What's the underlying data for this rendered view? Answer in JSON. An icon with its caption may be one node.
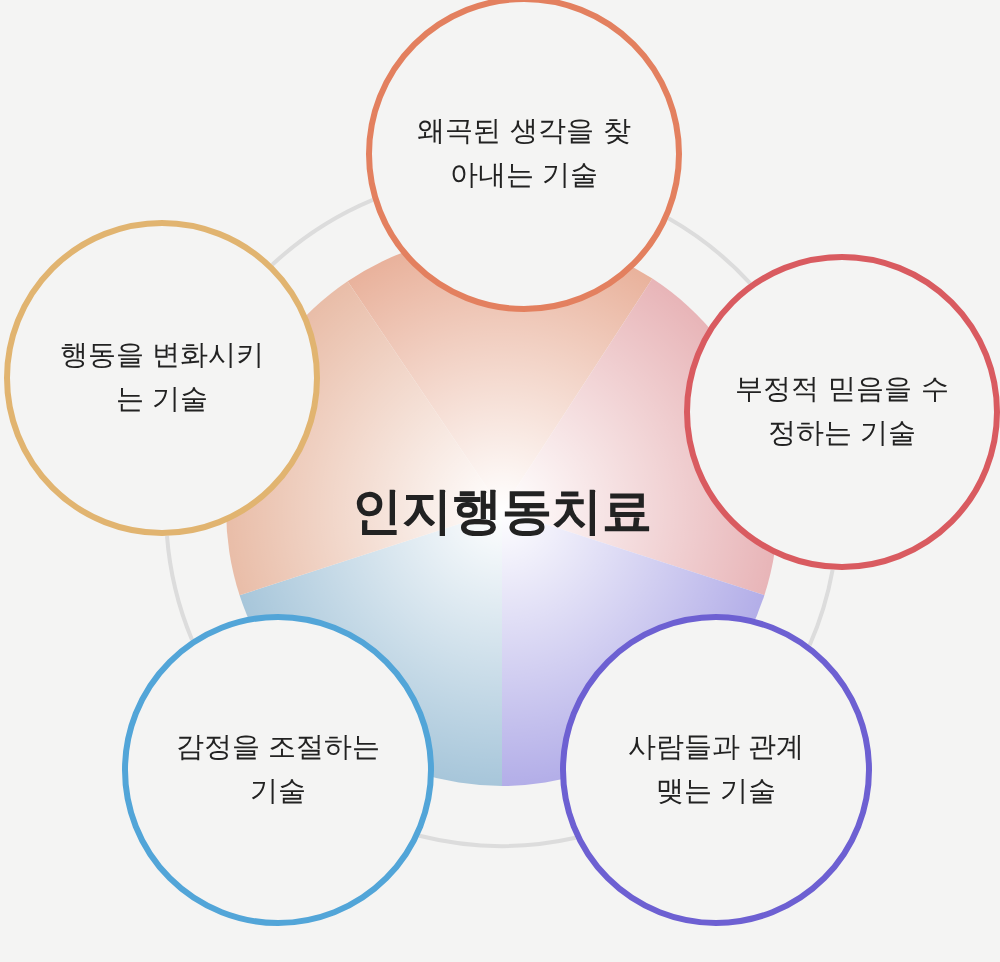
{
  "diagram": {
    "nodes": [
      {
        "text": [
          "인지행동치료"
        ]
      },
      {
        "text": [
          "왜곡된 생각을 찾아내는 기술"
        ]
      },
      {
        "text": [
          "부정적 믿음을 수정하는 기술"
        ]
      },
      {
        "text": [
          "사람들과 관계 맺는 기술"
        ]
      },
      {
        "text": [
          "감정을 조절하는 기술"
        ]
      },
      {
        "text": [
          "행동을 변화시키는 기술"
        ]
      }
    ],
    "edges": [
      {
        "from": 1,
        "to": 2,
        "arrow": "none"
      },
      {
        "from": 2,
        "to": 3,
        "arrow": "none"
      },
      {
        "from": 3,
        "to": 4,
        "arrow": "none"
      },
      {
        "from": 4,
        "to": 5,
        "arrow": "none"
      },
      {
        "from": 5,
        "to": 1,
        "arrow": "none"
      }
    ]
  }
}
